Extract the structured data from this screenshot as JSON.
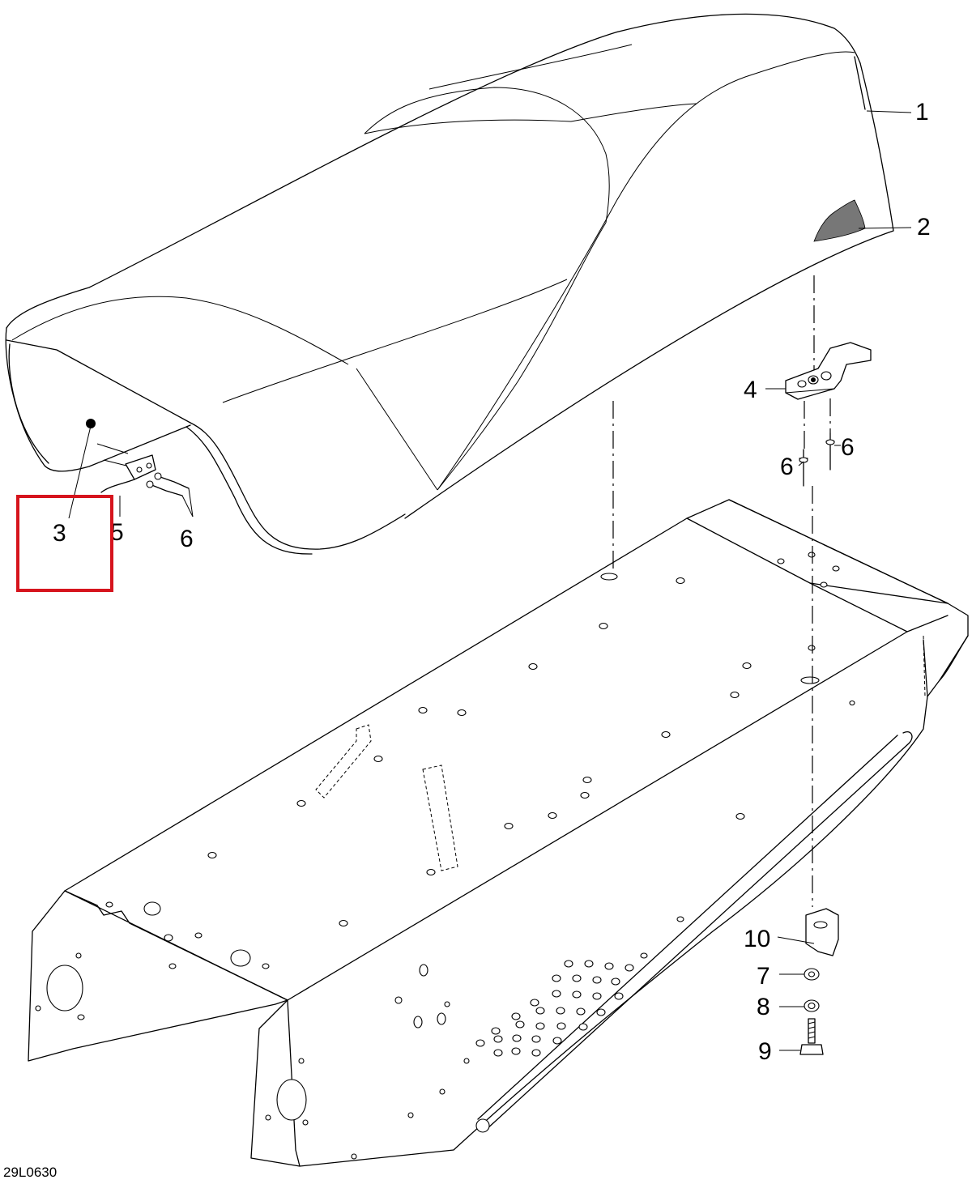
{
  "figure_ref": "29L0630",
  "callouts": {
    "c1": "1",
    "c2": "2",
    "c3": "3",
    "c4": "4",
    "c5": "5",
    "c6a": "6",
    "c6b": "6",
    "c6c": "6",
    "c7": "7",
    "c8": "8",
    "c9": "9",
    "c10": "10"
  },
  "highlight": {
    "target_callout": "3",
    "color": "#d6141d"
  },
  "colors": {
    "line": "#000000",
    "background": "#ffffff"
  }
}
